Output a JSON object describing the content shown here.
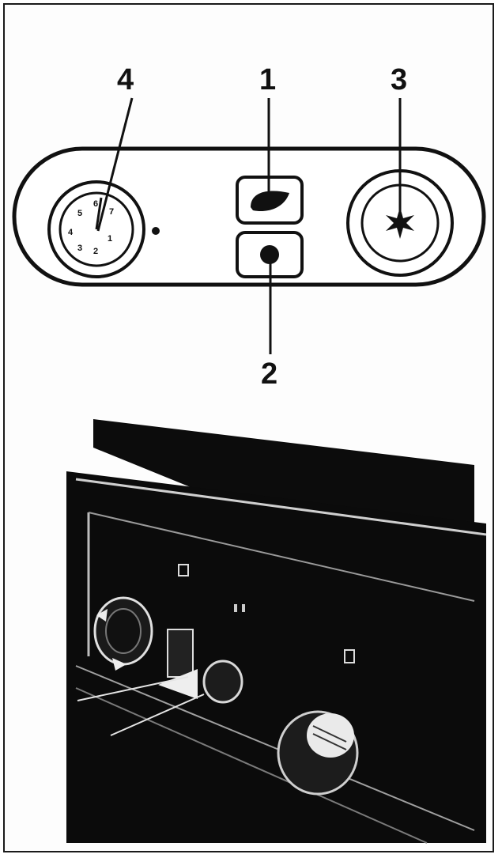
{
  "diagram": {
    "callouts": [
      {
        "id": "1",
        "label": "1"
      },
      {
        "id": "2",
        "label": "2"
      },
      {
        "id": "3",
        "label": "3"
      },
      {
        "id": "4",
        "label": "4"
      }
    ],
    "dial_marks": [
      "1",
      "2",
      "3",
      "4",
      "5",
      "6",
      "7"
    ],
    "icons": {
      "button_1": "leaf-icon",
      "button_2": "dot-icon",
      "control_3": "star-icon"
    },
    "colors": {
      "ink": "#111111",
      "photo_dark": "#0b0b0b",
      "paper": "#ffffff"
    }
  }
}
